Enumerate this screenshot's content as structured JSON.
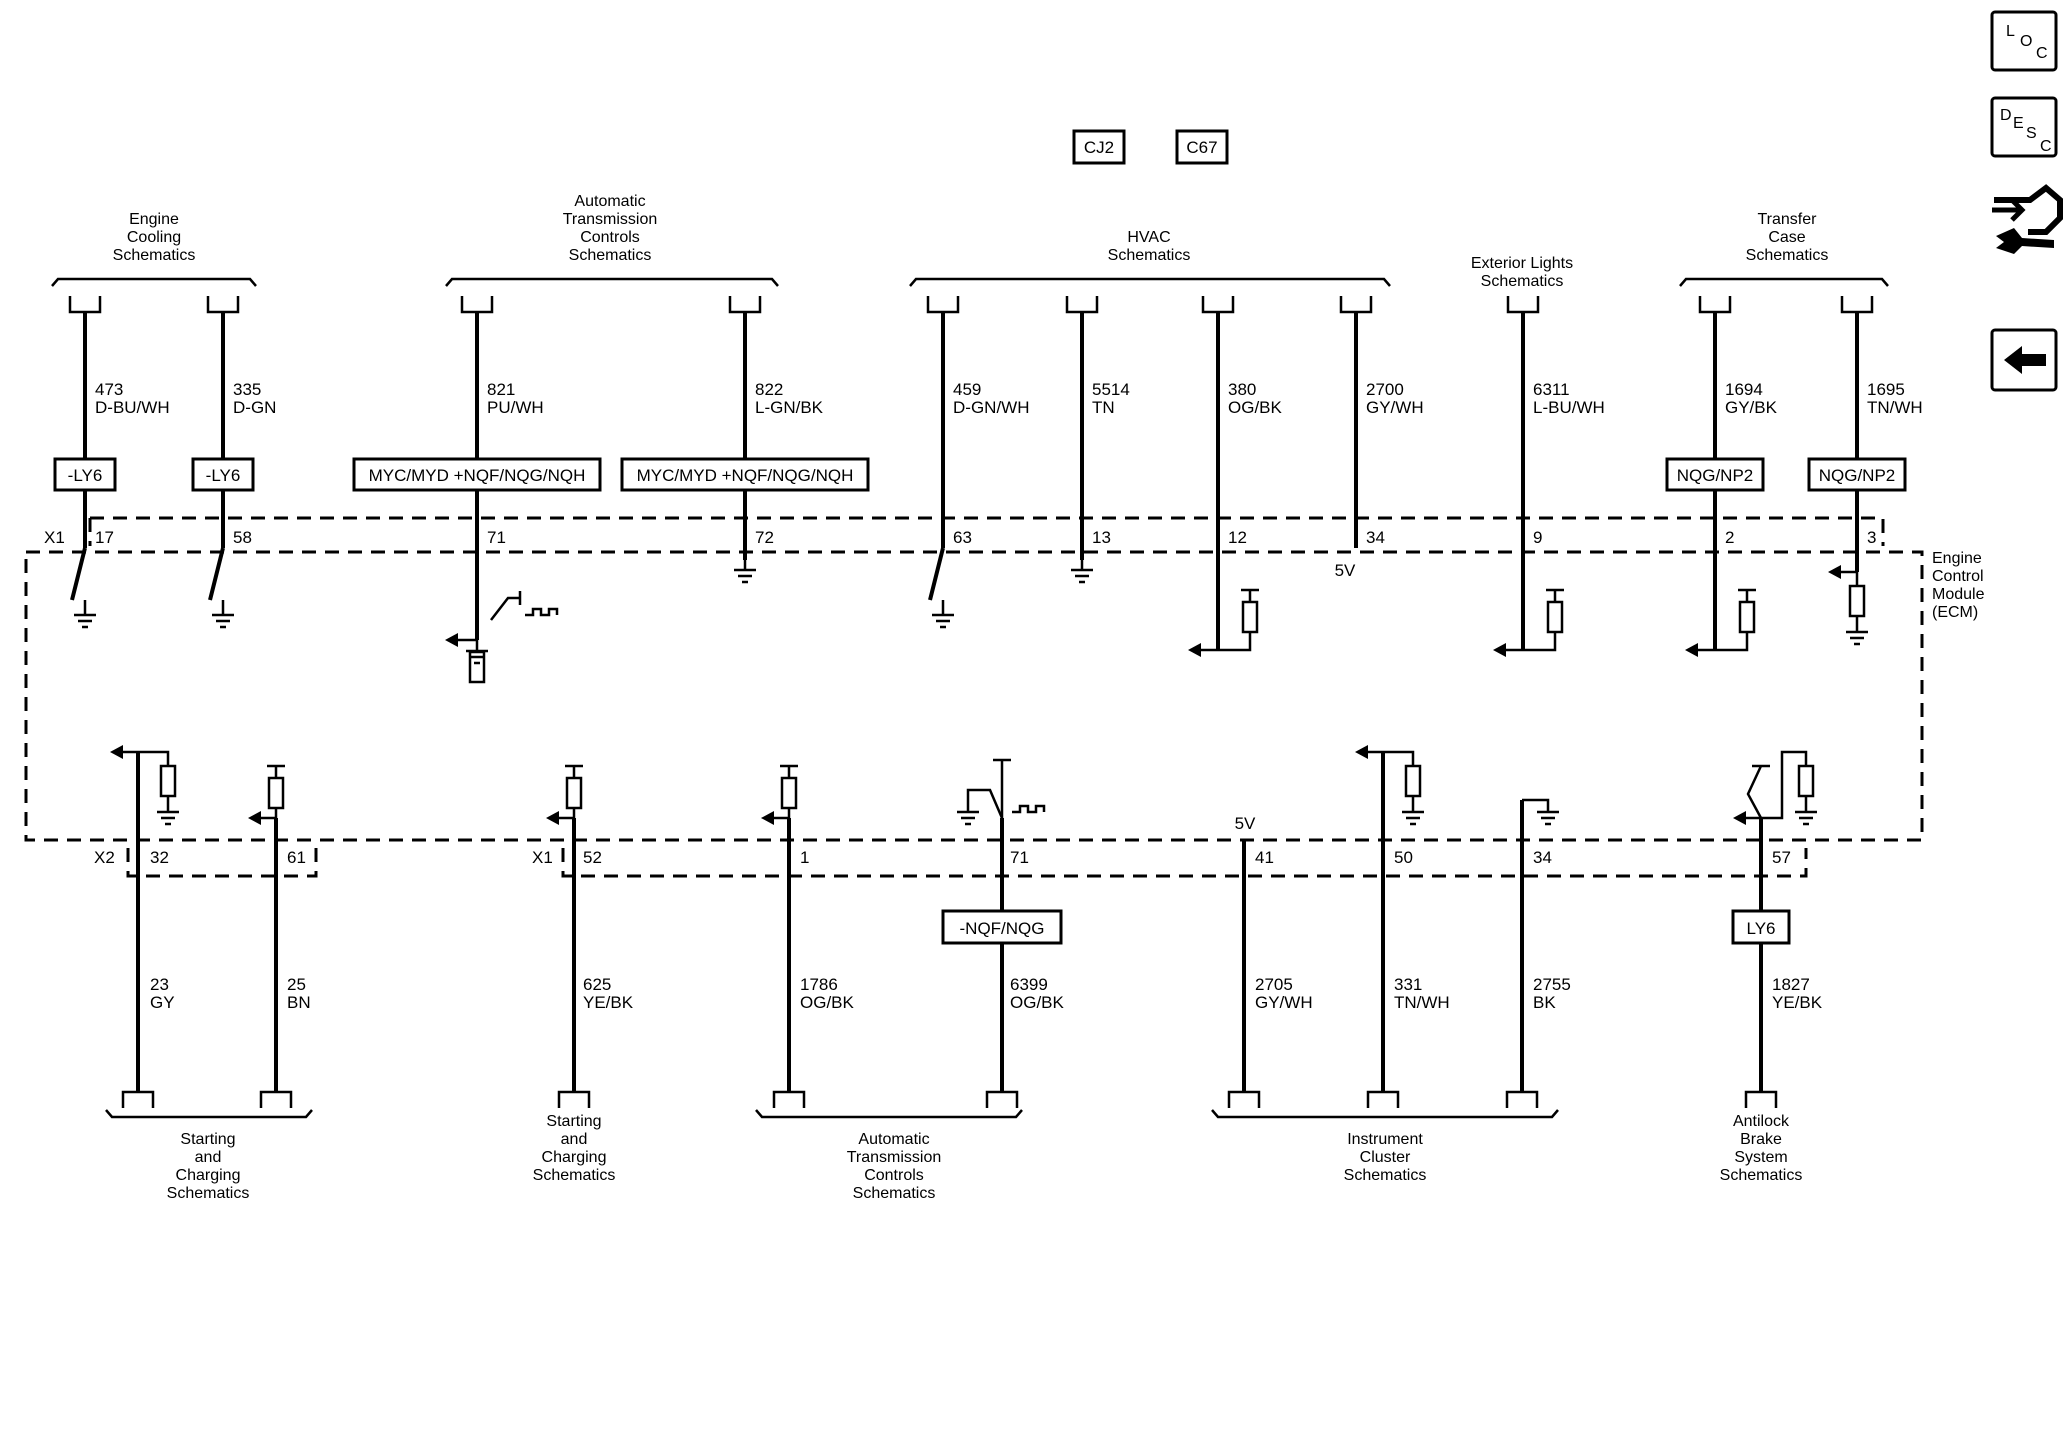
{
  "options": [
    "CJ2",
    "C67"
  ],
  "module": {
    "lines": [
      "Engine",
      "Control",
      "Module",
      "(ECM)"
    ]
  },
  "connectors": {
    "x1_top": "X1",
    "x2": "X2",
    "x1_bottom": "X1"
  },
  "top_groups": [
    {
      "lines": [
        "Engine",
        "Cooling",
        "Schematics"
      ]
    },
    {
      "lines": [
        "Automatic",
        "Transmission",
        "Controls",
        "Schematics"
      ]
    },
    {
      "lines": [
        "HVAC",
        "Schematics"
      ]
    },
    {
      "lines": [
        "Exterior Lights",
        "Schematics"
      ]
    },
    {
      "lines": [
        "Transfer",
        "Case",
        "Schematics"
      ]
    }
  ],
  "top_wires": [
    {
      "circuit": "473",
      "color": "D-BU/WH",
      "pin": "17",
      "option": "-LY6"
    },
    {
      "circuit": "335",
      "color": "D-GN",
      "pin": "58",
      "option": "-LY6"
    },
    {
      "circuit": "821",
      "color": "PU/WH",
      "pin": "71",
      "option": "MYC/MYD +NQF/NQG/NQH"
    },
    {
      "circuit": "822",
      "color": "L-GN/BK",
      "pin": "72",
      "option": "MYC/MYD +NQF/NQG/NQH"
    },
    {
      "circuit": "459",
      "color": "D-GN/WH",
      "pin": "63",
      "option": ""
    },
    {
      "circuit": "5514",
      "color": "TN",
      "pin": "13",
      "option": ""
    },
    {
      "circuit": "380",
      "color": "OG/BK",
      "pin": "12",
      "option": ""
    },
    {
      "circuit": "2700",
      "color": "GY/WH",
      "pin": "34",
      "option": "",
      "voltage": "5V"
    },
    {
      "circuit": "6311",
      "color": "L-BU/WH",
      "pin": "9",
      "option": ""
    },
    {
      "circuit": "1694",
      "color": "GY/BK",
      "pin": "2",
      "option": "NQG/NP2"
    },
    {
      "circuit": "1695",
      "color": "TN/WH",
      "pin": "3",
      "option": "NQG/NP2"
    }
  ],
  "bottom_groups": [
    {
      "lines": [
        "Starting",
        "and",
        "Charging",
        "Schematics"
      ]
    },
    {
      "lines": [
        "Starting",
        "and",
        "Charging",
        "Schematics"
      ]
    },
    {
      "lines": [
        "Automatic",
        "Transmission",
        "Controls",
        "Schematics"
      ]
    },
    {
      "lines": [
        "Instrument",
        "Cluster",
        "Schematics"
      ]
    },
    {
      "lines": [
        "Antilock",
        "Brake",
        "System",
        "Schematics"
      ]
    }
  ],
  "bottom_wires": [
    {
      "circuit": "23",
      "color": "GY",
      "pin": "32",
      "option": ""
    },
    {
      "circuit": "25",
      "color": "BN",
      "pin": "61",
      "option": ""
    },
    {
      "circuit": "625",
      "color": "YE/BK",
      "pin": "52",
      "option": ""
    },
    {
      "circuit": "1786",
      "color": "OG/BK",
      "pin": "1",
      "option": ""
    },
    {
      "circuit": "6399",
      "color": "OG/BK",
      "pin": "71",
      "option": "-NQF/NQG"
    },
    {
      "circuit": "2705",
      "color": "GY/WH",
      "pin": "41",
      "option": "",
      "voltage": "5V"
    },
    {
      "circuit": "331",
      "color": "TN/WH",
      "pin": "50",
      "option": ""
    },
    {
      "circuit": "2755",
      "color": "BK",
      "pin": "34",
      "option": ""
    },
    {
      "circuit": "1827",
      "color": "YE/BK",
      "pin": "57",
      "option": "LY6"
    }
  ],
  "sidebar": {
    "loc": {
      "l": "L",
      "o": "O",
      "c": "C",
      "icon": "location-icon"
    },
    "desc": {
      "d": "D",
      "e": "E",
      "s": "S",
      "c": "C",
      "icon": "description-icon"
    },
    "connector_icon": "connector-wrench-icon",
    "back_icon": "back-arrow-icon"
  }
}
